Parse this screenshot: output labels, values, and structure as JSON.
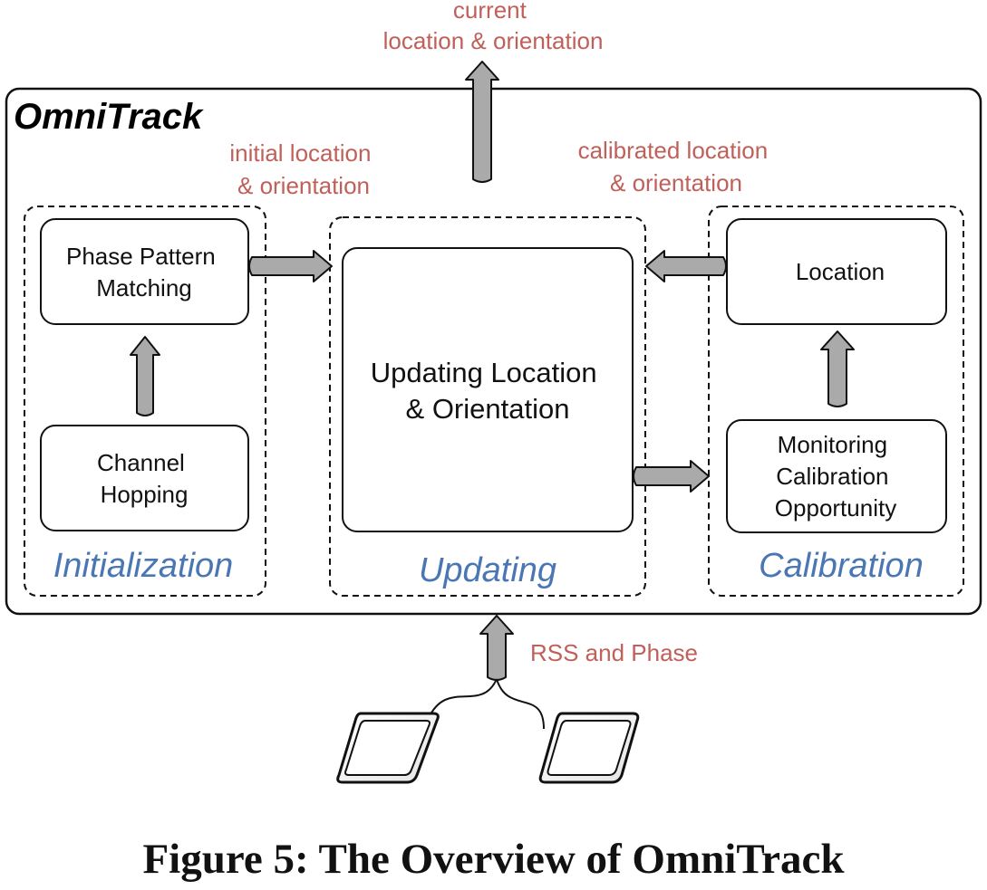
{
  "system_title": "OmniTrack",
  "output_label": {
    "line1": "current",
    "line2": "location & orientation"
  },
  "initial_label": {
    "line1": "initial location",
    "line2": "& orientation"
  },
  "calibrated_label": {
    "line1": "calibrated location",
    "line2": "& orientation"
  },
  "input_label": "RSS and Phase",
  "initialization": {
    "title": "Initialization",
    "phase_box": {
      "line1": "Phase Pattern",
      "line2": "Matching"
    },
    "hopping_box": {
      "line1": "Channel",
      "line2": "Hopping"
    }
  },
  "updating": {
    "title": "Updating",
    "main_box": {
      "line1": "Updating Location",
      "line2": "& Orientation"
    }
  },
  "calibration": {
    "title": "Calibration",
    "location_box": "Location",
    "monitor_box": {
      "line1": "Monitoring",
      "line2": "Calibration",
      "line3": "Opportunity"
    }
  },
  "caption": "Figure 5: The Overview of OmniTrack",
  "colors": {
    "annotation": "#c0605a",
    "section_title": "#4a76b4",
    "arrow_fill": "#aaaaaa",
    "stroke": "#111111"
  }
}
